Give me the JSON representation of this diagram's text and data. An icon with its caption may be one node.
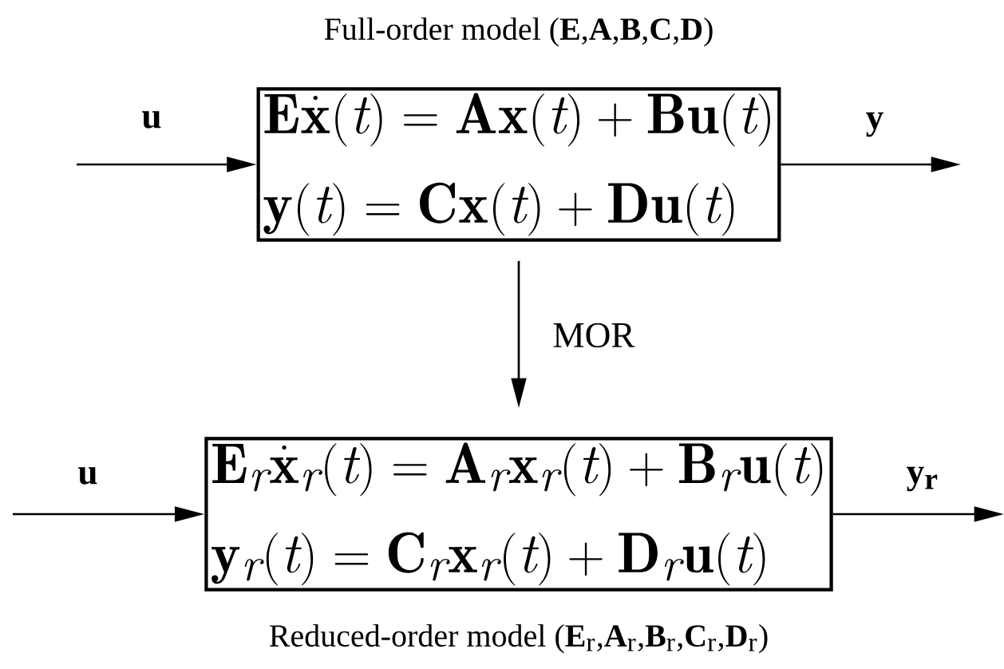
{
  "diagram": {
    "nodes": [
      {
        "text": [
          "Full-order model (**E**,**A**,**B**,**C**,**D**)",
          "\\mathbf{E}\\dot{\\mathbf{x}}(t)=\\mathbf{A}\\mathbf{x}(t)+\\mathbf{B}\\mathbf{u}(t)",
          "\\mathbf{y}(t)=\\mathbf{C}\\mathbf{x}(t)+\\mathbf{D}\\mathbf{u}(t)"
        ]
      },
      {
        "text": [
          "\\mathbf{E}_r\\dot{\\mathbf{x}}_r(t)=\\mathbf{A}_r\\mathbf{x}_r(t)+\\mathbf{B}_r\\mathbf{u}(t)",
          "\\mathbf{y}_r(t)=\\mathbf{C}_r\\mathbf{x}_r(t)+\\mathbf{D}_r\\mathbf{u}(t)",
          "Reduced-order model (**E**$_{r}$,**A**$_{r}$,**B**$_{r}$,**C**$_{r}$,**D**$_{r}$)"
        ]
      }
    ],
    "edges": [
      {
        "from": null,
        "to": 0,
        "arrow": "to",
        "label": "u"
      },
      {
        "from": 0,
        "to": null,
        "arrow": "to",
        "label": "y"
      },
      {
        "from": 0,
        "to": 1,
        "arrow": "to",
        "label": "MOR"
      },
      {
        "from": null,
        "to": 1,
        "arrow": "to",
        "label": "u"
      },
      {
        "from": 1,
        "to": null,
        "arrow": "to",
        "label": "y$_{r}$"
      }
    ]
  }
}
